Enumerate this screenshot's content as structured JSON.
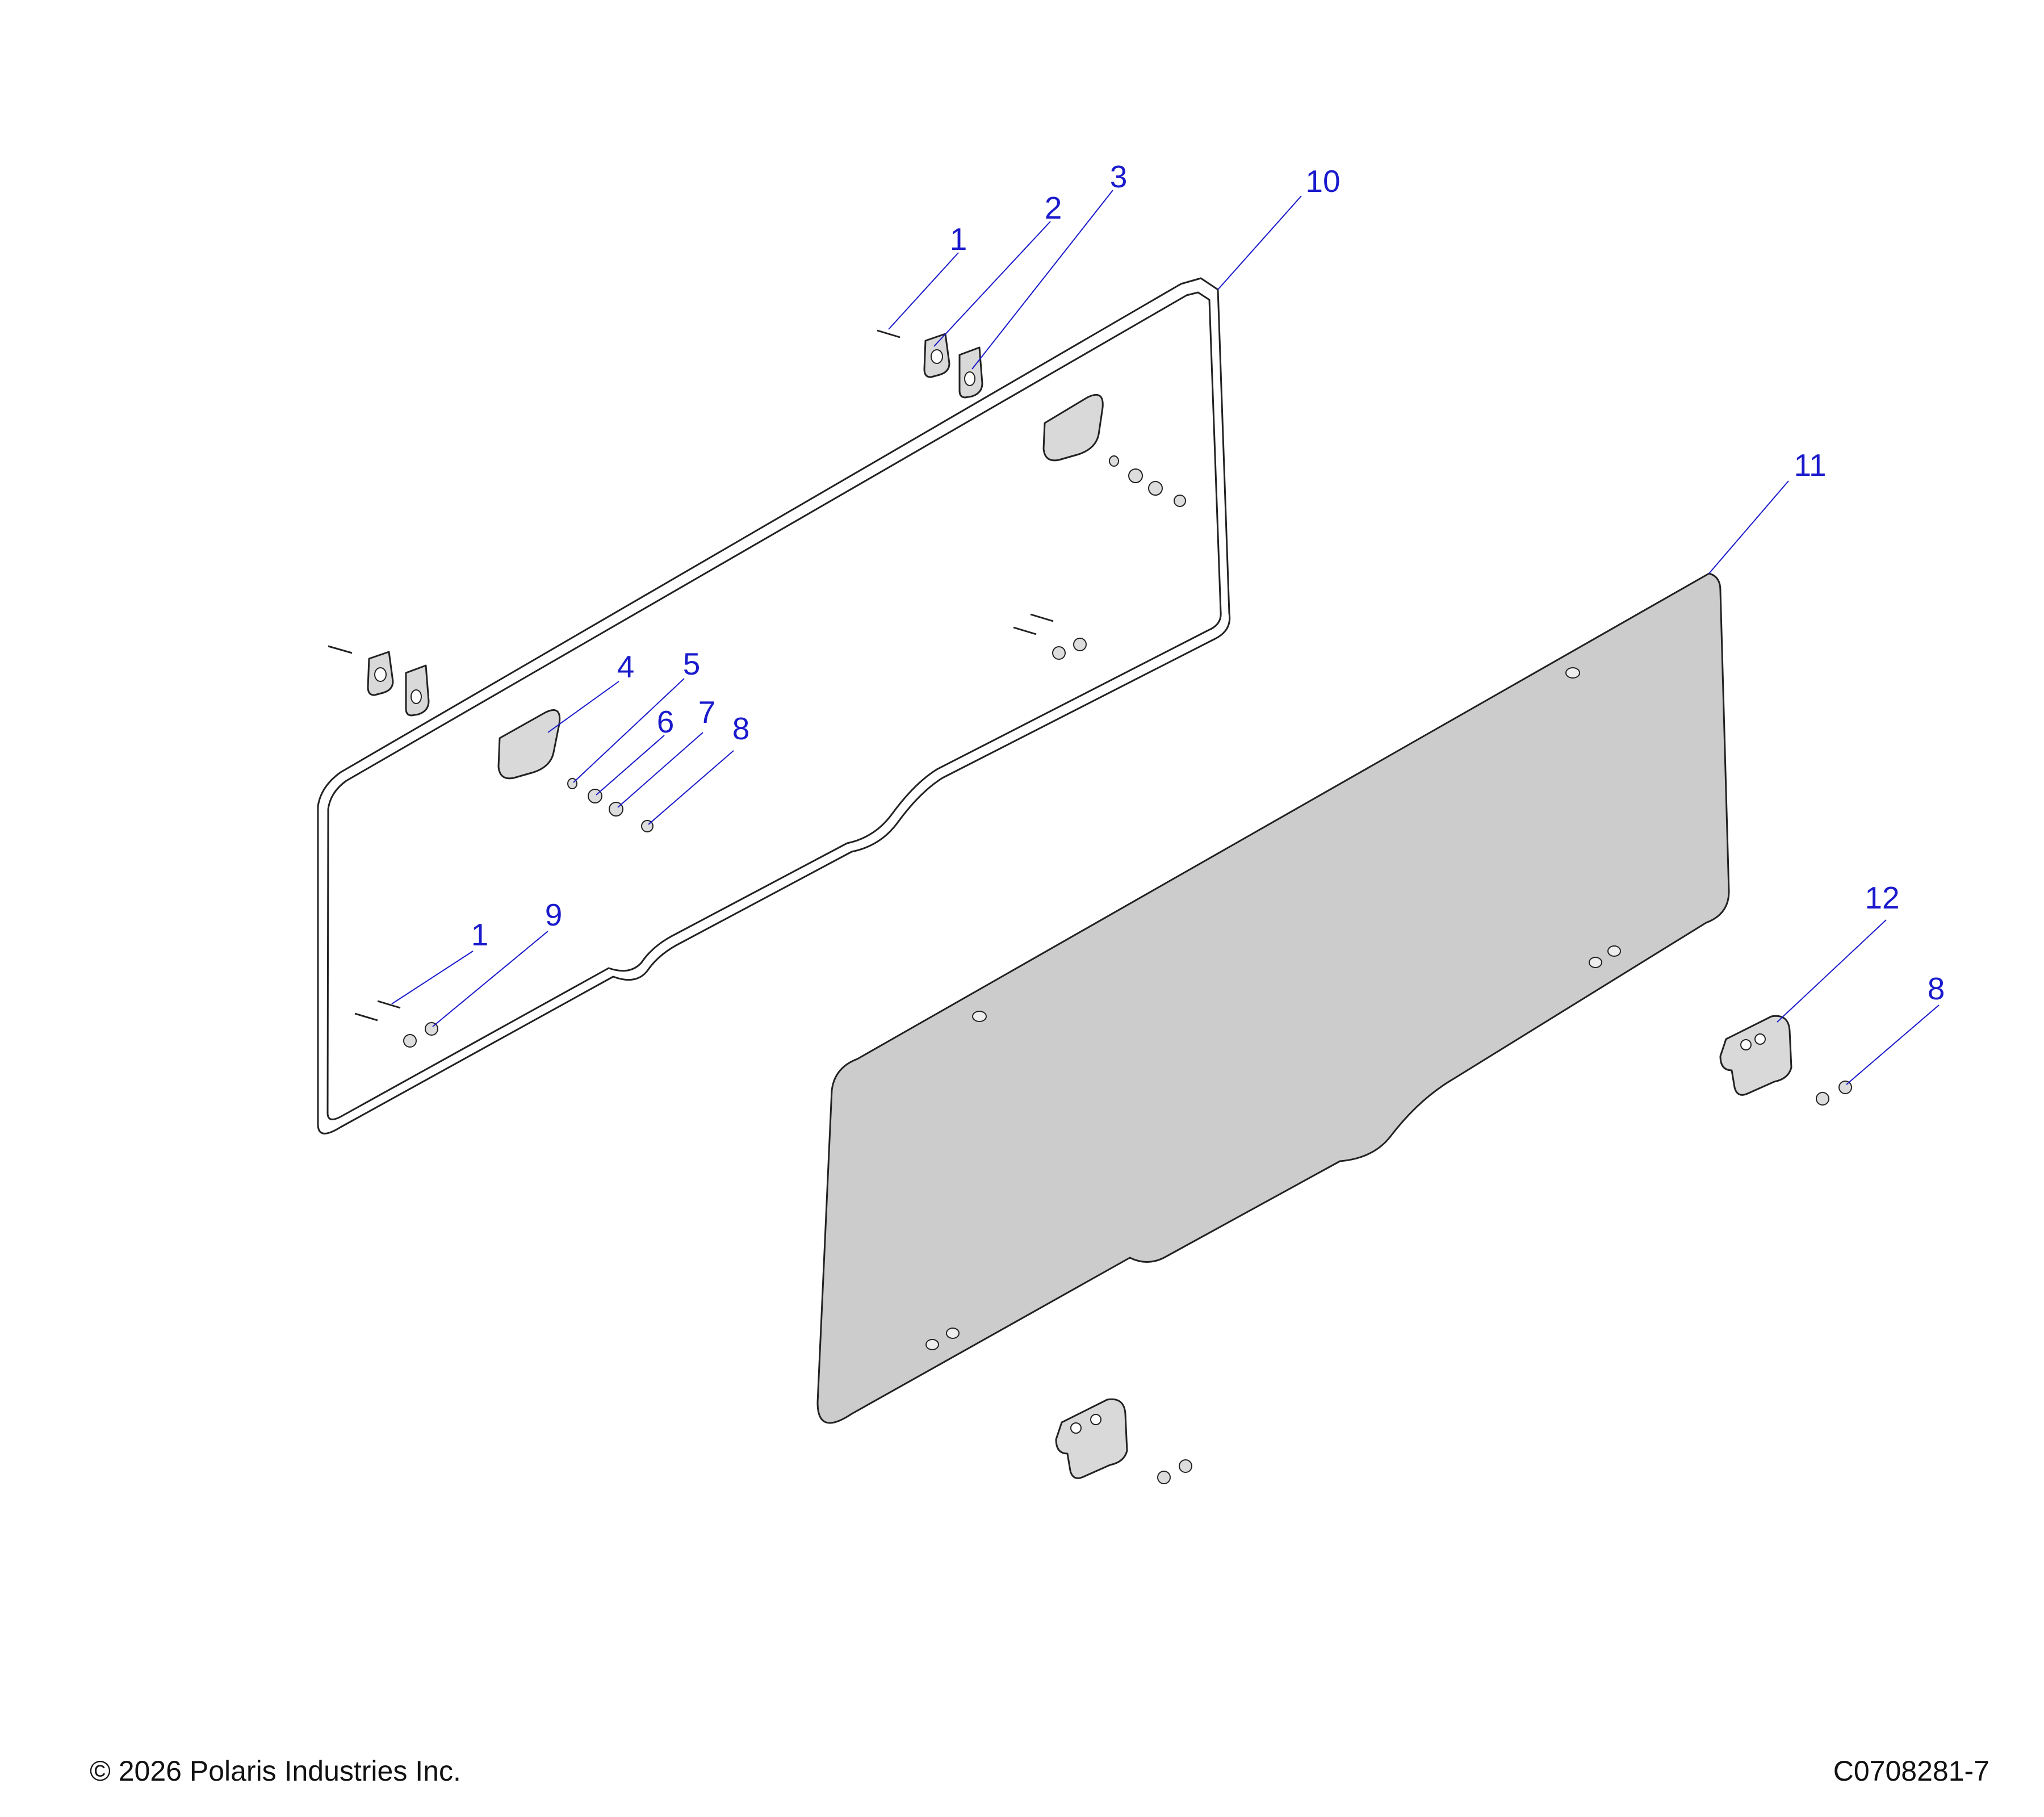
{
  "diagram": {
    "callouts": [
      {
        "id": "c1a",
        "number": "1"
      },
      {
        "id": "c2",
        "number": "2"
      },
      {
        "id": "c3",
        "number": "3"
      },
      {
        "id": "c10",
        "number": "10"
      },
      {
        "id": "c11",
        "number": "11"
      },
      {
        "id": "c4",
        "number": "4"
      },
      {
        "id": "c5",
        "number": "5"
      },
      {
        "id": "c6",
        "number": "6"
      },
      {
        "id": "c7",
        "number": "7"
      },
      {
        "id": "c8a",
        "number": "8"
      },
      {
        "id": "c1b",
        "number": "1"
      },
      {
        "id": "c9",
        "number": "9"
      },
      {
        "id": "c12",
        "number": "12"
      },
      {
        "id": "c8b",
        "number": "8"
      }
    ],
    "colors": {
      "callout": "#1a1acc",
      "panel_fill": "#cccccc",
      "part_fill": "#d9d9d9",
      "line": "#222222"
    }
  },
  "footer": {
    "copyright": "© 2026 Polaris Industries Inc.",
    "drawing_number": "C0708281-7"
  }
}
